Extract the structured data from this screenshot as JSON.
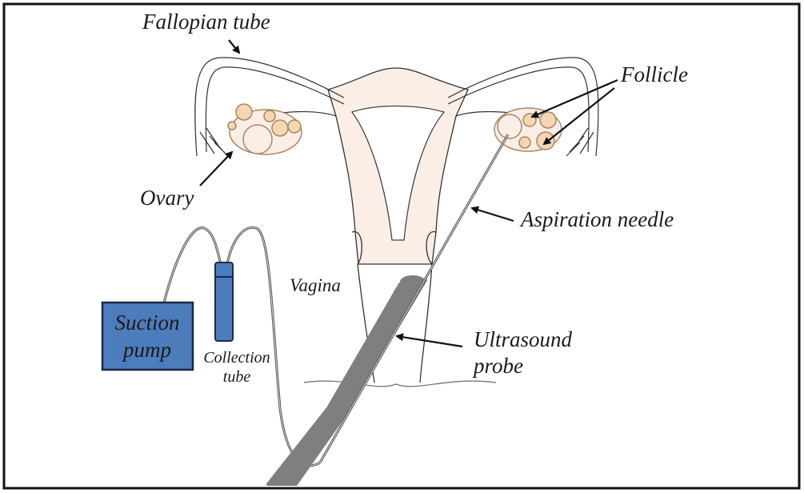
{
  "labels": {
    "fallopian_tube": "Fallopian tube",
    "follicle": "Follicle",
    "ovary": "Ovary",
    "aspiration_needle": "Aspiration needle",
    "vagina": "Vagina",
    "ultrasound_probe_line1": "Ultrasound",
    "ultrasound_probe_line2": "probe",
    "suction_pump_line1": "Suction",
    "suction_pump_line2": "pump",
    "collection_tube_line1": "Collection",
    "collection_tube_line2": "tube"
  },
  "colors": {
    "tissue": "#fbeee6",
    "follicle": "#f3d7b3",
    "equipment_blue": "#4d7cbc",
    "probe_gray": "#7f7f7f"
  }
}
